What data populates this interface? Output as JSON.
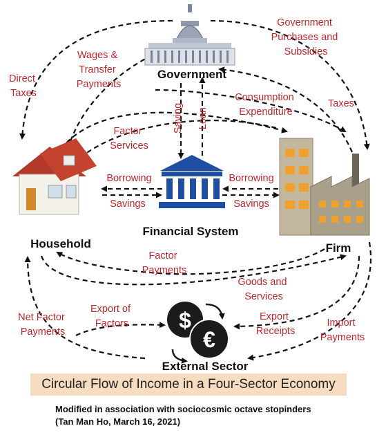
{
  "nodes": {
    "government": "Government",
    "household": "Household",
    "firm": "Firm",
    "financial": "Financial System",
    "external": "External Sector"
  },
  "flows": {
    "direct_taxes": [
      "Direct",
      "Taxes"
    ],
    "wages_transfer": [
      "Wages &",
      "Transfer",
      "Payments"
    ],
    "gov_purchases": [
      "Government",
      "Purchases and",
      "Subsidies"
    ],
    "taxes": "Taxes",
    "consumption": [
      "Consumption",
      "Expenditure"
    ],
    "factor_services": [
      "Factor",
      "Services"
    ],
    "saving": "Saving",
    "loan": "Loan",
    "borrowing_left": "Borrowing",
    "savings_left": "Savings",
    "borrowing_right": "Borrowing",
    "savings_right": "Savings",
    "factor_payments": [
      "Factor",
      "Payments"
    ],
    "goods_services": [
      "Goods and",
      "Services"
    ],
    "export_factors": [
      "Export of",
      "Factors"
    ],
    "net_factor": [
      "Net Factor",
      "Payments"
    ],
    "export_receipts": [
      "Export",
      "Receipts"
    ],
    "import_payments": [
      "Import",
      "Payments"
    ]
  },
  "banner": "Circular Flow of Income in a Four-Sector Economy",
  "credit": {
    "line1": "Modified in association with sociocosmic octave stopinders",
    "line2": "(Tan Man Ho, March 16, 2021)"
  },
  "colors": {
    "label_red": "#c0282d",
    "banner_bg": "#f6dcc0"
  }
}
